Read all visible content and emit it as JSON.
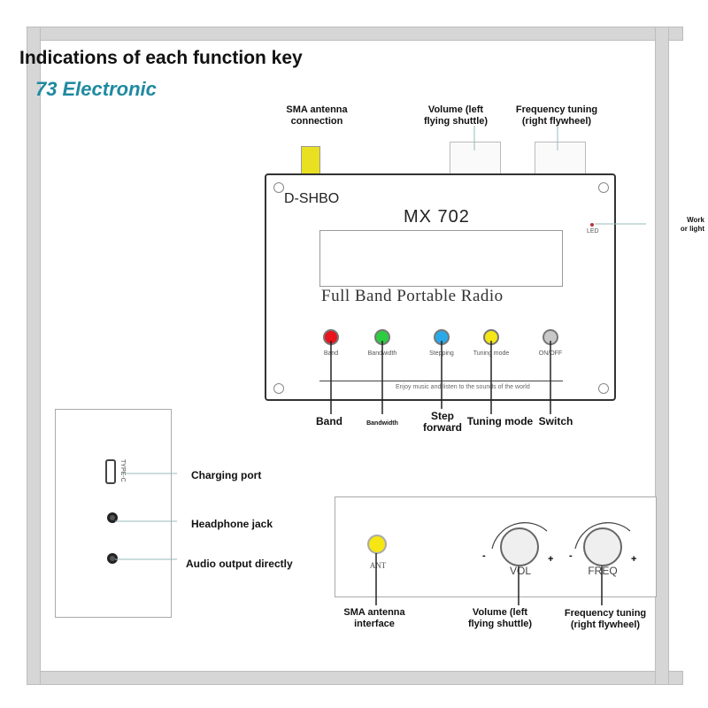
{
  "heading": "Indications of each function key",
  "logo": {
    "mark": "73",
    "text": "Electronic"
  },
  "top_labels": {
    "sma_antenna_connection": [
      "SMA antenna",
      "connection"
    ],
    "volume": [
      "Volume (left",
      "flying shuttle)"
    ],
    "frequency": [
      "Frequency tuning",
      "(right flywheel)"
    ],
    "work_light": [
      "Work",
      "or light"
    ]
  },
  "device": {
    "brand": "D-SHBO",
    "model": "MX 702",
    "tagline": "Full Band Portable Radio",
    "led": "LED",
    "motto": "Enjoy music and listen to the sounds of the world",
    "buttons": [
      {
        "label": "Band",
        "color": "#e8141e"
      },
      {
        "label": "Bandwidth",
        "color": "#2ecc40"
      },
      {
        "label": "Stepping",
        "color": "#2aa9e8"
      },
      {
        "label": "Tuning mode",
        "color": "#f5e614"
      },
      {
        "label": "ON/OFF",
        "color": "#c8c8c8"
      }
    ]
  },
  "button_callouts": {
    "band": "Band",
    "bandwidth": "Bandwidth",
    "step": [
      "Step",
      "forward"
    ],
    "tuning_mode": "Tuning mode",
    "switch": "Switch"
  },
  "side_panel": {
    "type_c": "TYPE-C",
    "charging_port": "Charging port",
    "headphone_jack": "Headphone jack",
    "audio_output": "Audio output directly"
  },
  "bottom_panel": {
    "ant": "ANT",
    "vol": "VOL",
    "freq": "FREQ",
    "minus": "-",
    "plus": "+",
    "sma_interface": [
      "SMA antenna",
      "interface"
    ],
    "volume": [
      "Volume (left",
      "flying shuttle)"
    ],
    "frequency": [
      "Frequency tuning",
      "(right flywheel)"
    ]
  },
  "colors": {
    "accent": "#1f8aa0",
    "frame": "#d6d6d6",
    "antenna": "#e8e020"
  }
}
